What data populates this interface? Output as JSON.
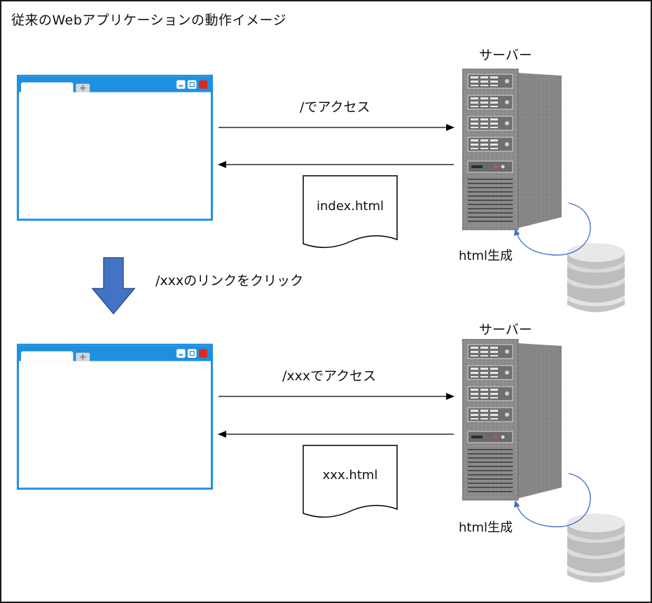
{
  "title": "従来のWebアプリケーションの動作イメージ",
  "colors": {
    "browser_frame": "#1f8fe0",
    "arrow_blue": "#4472c4",
    "arrow_blue_border": "#2f528f",
    "server_body": "#8a8a8a",
    "db_gray": "#c8c8c8"
  },
  "scenario1": {
    "server_label": "サーバー",
    "request_label": "/でアクセス",
    "response_doc": "index.html",
    "generate_label": "html生成"
  },
  "transition": {
    "label": "/xxxのリンクをクリック",
    "icon": "down-arrow-icon"
  },
  "scenario2": {
    "server_label": "サーバー",
    "request_label": "/xxxでアクセス",
    "response_doc": "xxx.html",
    "generate_label": "html生成"
  }
}
